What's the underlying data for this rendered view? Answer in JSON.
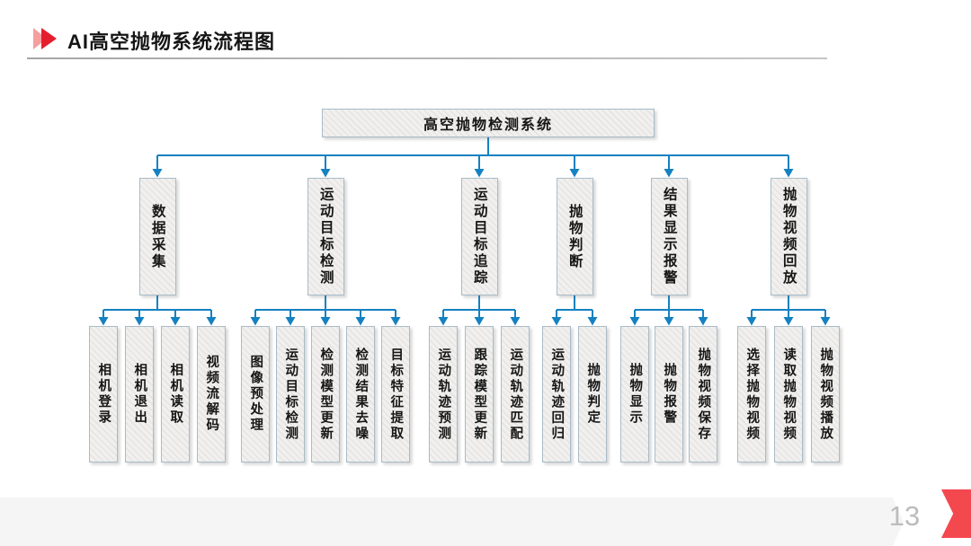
{
  "slide": {
    "title": "AI高空抛物系统流程图",
    "page_number": "13"
  },
  "icons": {
    "title_marker": "double-right-arrow-icon",
    "corner": "ribbon-arrow-icon"
  },
  "colors": {
    "connector": "#1581c1",
    "box_fill": "#f1f0ee",
    "box_border": "#a9bcc9",
    "accent_red": "#e51e2e",
    "accent_red_light": "#f59f9f",
    "ribbon_red": "#f4484f",
    "footer_gray": "#f5f5f5",
    "page_number_gray": "#bcbcbc"
  },
  "diagram": {
    "root": "高空抛物检测系统",
    "branches": [
      {
        "label": "数据采集",
        "children": [
          "相机登录",
          "相机退出",
          "相机读取",
          "视频流解码"
        ]
      },
      {
        "label": "运动目标检测",
        "children": [
          "图像预处理",
          "运动目标检测",
          "检测模型更新",
          "检测结果去噪",
          "目标特征提取"
        ]
      },
      {
        "label": "运动目标追踪",
        "children": [
          "运动轨迹预测",
          "跟踪模型更新",
          "运动轨迹匹配"
        ]
      },
      {
        "label": "抛物判断",
        "children": [
          "运动轨迹回归",
          "抛物判定"
        ]
      },
      {
        "label": "结果显示报警",
        "children": [
          "抛物显示",
          "抛物报警",
          "抛物视频保存"
        ]
      },
      {
        "label": "抛物视频回放",
        "children": [
          "选择抛物视频",
          "读取抛物视频",
          "抛物视频播放"
        ]
      }
    ]
  }
}
